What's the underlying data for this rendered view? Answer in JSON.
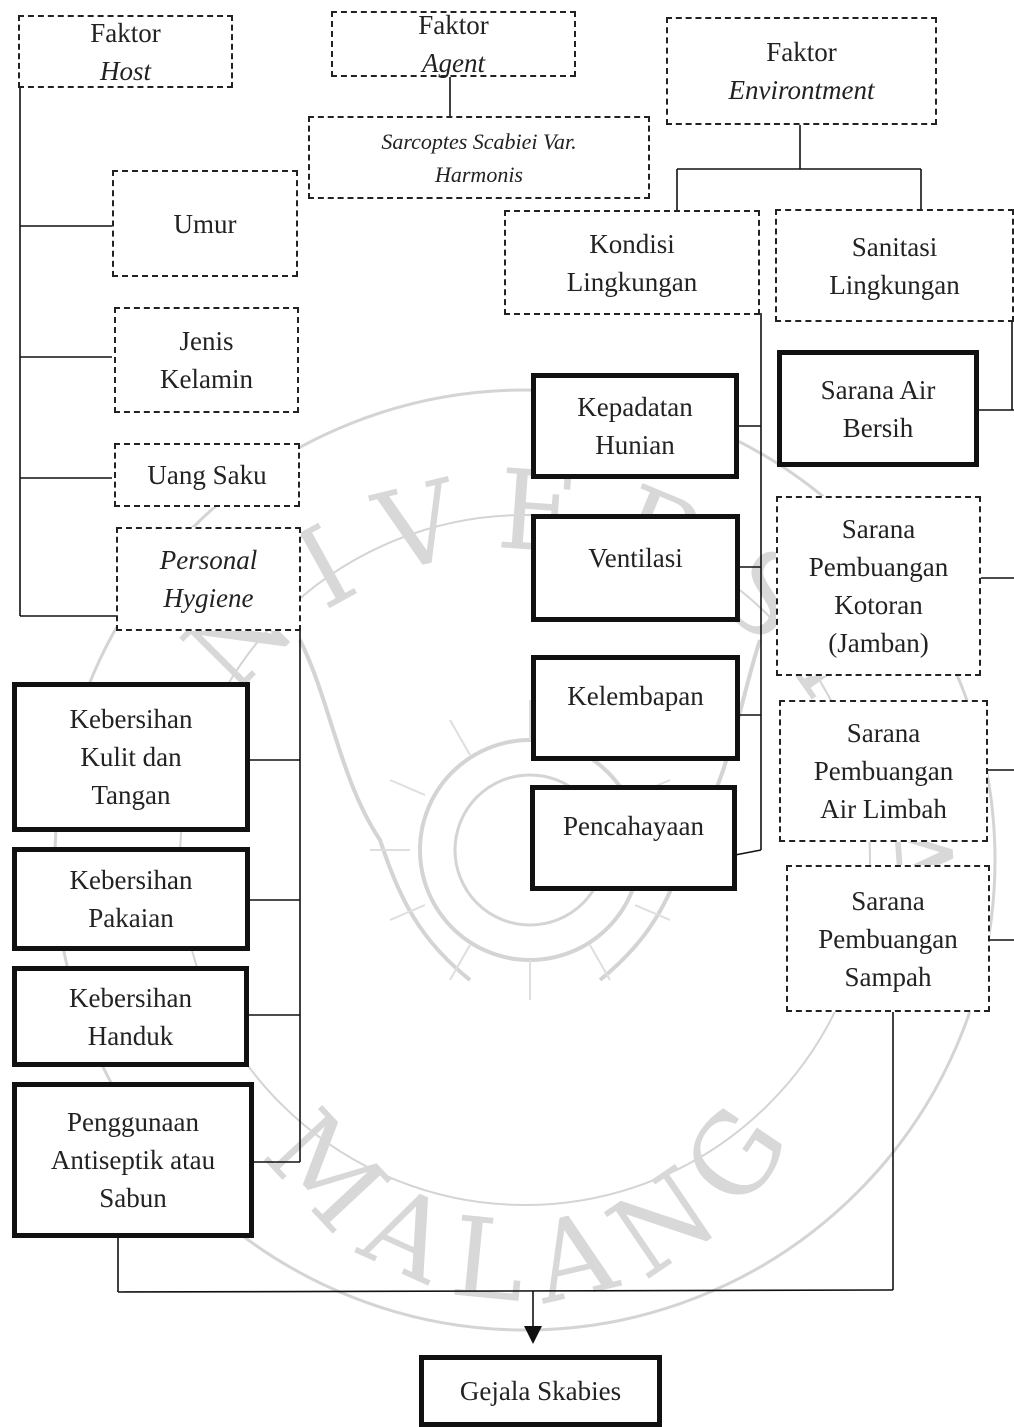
{
  "colors": {
    "line": "#111111",
    "watermark": "#cfcfcf"
  },
  "watermark": {
    "text_top": "UNIVERSITAS MUHAMMADIYAH",
    "text_bottom": "MALANG"
  },
  "nodes": {
    "host": {
      "prefix": "Faktor",
      "emph": "Host"
    },
    "agent": {
      "prefix": "Faktor",
      "emph": "Agent"
    },
    "environment": {
      "line1": "Faktor",
      "line2": "Environtment"
    },
    "sarcoptes": {
      "line1": "Sarcoptes Scabiei Var.",
      "line2": "Harmonis"
    },
    "umur": "Umur",
    "jenis_kelamin": {
      "line1": "Jenis",
      "line2": "Kelamin"
    },
    "uang_saku": "Uang Saku",
    "personal_hygiene": {
      "line1": "Personal",
      "line2": "Hygiene"
    },
    "kondisi_lingkungan": {
      "line1": "Kondisi",
      "line2": "Lingkungan"
    },
    "sanitasi_lingkungan": {
      "line1": "Sanitasi",
      "line2": "Lingkungan"
    },
    "kepadatan_hunian": {
      "line1": "Kepadatan",
      "line2": "Hunian"
    },
    "ventilasi": "Ventilasi",
    "kelembapan": "Kelembapan",
    "pencahayaan": "Pencahayaan",
    "sarana_air_bersih": {
      "line1": "Sarana Air",
      "line2": "Bersih"
    },
    "sarana_jamban": {
      "line1": "Sarana",
      "line2": "Pembuangan",
      "line3": "Kotoran",
      "line4": "(Jamban)"
    },
    "sarana_air_limbah": {
      "line1": "Sarana",
      "line2": "Pembuangan",
      "line3": "Air Limbah"
    },
    "sarana_sampah": {
      "line1": "Sarana",
      "line2": "Pembuangan",
      "line3": "Sampah"
    },
    "kebersihan_kulit": {
      "line1": "Kebersihan",
      "line2": "Kulit dan",
      "line3": "Tangan"
    },
    "kebersihan_pakaian": {
      "line1": "Kebersihan",
      "line2": "Pakaian"
    },
    "kebersihan_handuk": {
      "line1": "Kebersihan",
      "line2": "Handuk"
    },
    "antiseptik": {
      "line1": "Penggunaan",
      "line2": "Antiseptik atau",
      "line3": "Sabun"
    },
    "gejala_skabies": "Gejala Skabies"
  }
}
